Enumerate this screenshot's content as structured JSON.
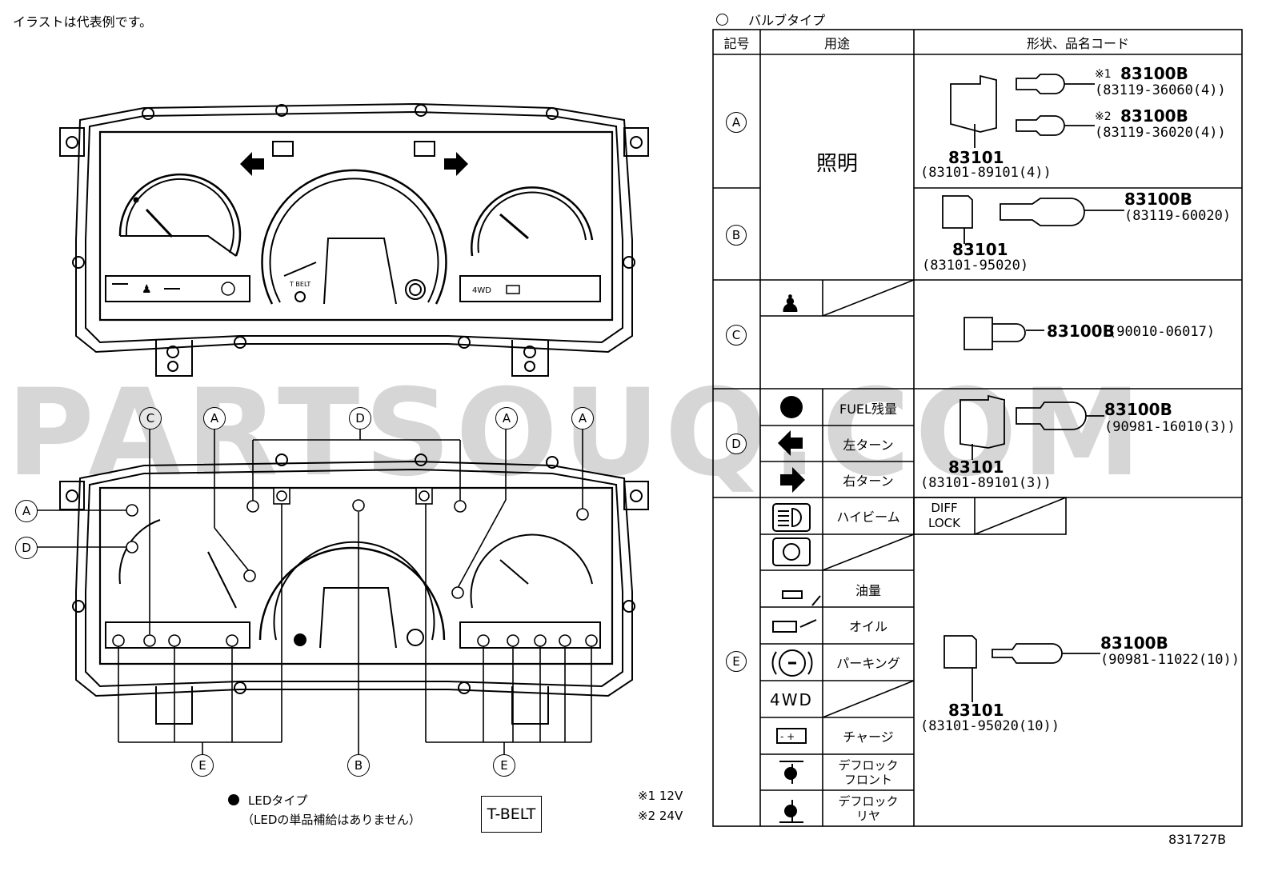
{
  "note_top": "イラストは代表例です。",
  "watermark": "PARTSOUQ.COM",
  "figure_id": "831727B",
  "legend": {
    "led_label": "LEDタイプ",
    "led_note": "（LEDの単品補給はありません）",
    "tbelt_box": "T-BELT",
    "note1": "※1 12V",
    "note2": "※2 24V"
  },
  "cluster": {
    "tbelt_small": "T BELT",
    "fourwd_small": "4WD"
  },
  "callouts": {
    "top": [
      "C",
      "A",
      "D",
      "A",
      "A"
    ],
    "left": [
      "A",
      "D"
    ],
    "bottom": [
      "E",
      "B",
      "E"
    ]
  },
  "table": {
    "title": "バルブタイプ",
    "headers": {
      "symbol": "記号",
      "usage": "用途",
      "shape": "形状、品名コード"
    },
    "rows": {
      "A": {
        "symbol": "A",
        "usage": "照明",
        "parts": [
          {
            "mark": "※1",
            "code": "83100B",
            "sub": "(83119-36060(4))"
          },
          {
            "mark": "※2",
            "code": "83100B",
            "sub": "(83119-36020(4))"
          }
        ],
        "socket": {
          "code": "83101",
          "sub": "(83101-89101(4))"
        }
      },
      "B": {
        "symbol": "B",
        "bulb": {
          "code": "83100B",
          "sub": "(83119-60020)"
        },
        "socket": {
          "code": "83101",
          "sub": "(83101-95020)"
        }
      },
      "C": {
        "symbol": "C",
        "bulb": {
          "code": "83100B",
          "sub": "(90010-06017)"
        }
      },
      "D": {
        "symbol": "D",
        "items": [
          "FUEL残量",
          "左ターン",
          "右ターン"
        ],
        "bulb": {
          "code": "83100B",
          "sub": "(90981-16010(3))"
        },
        "socket": {
          "code": "83101",
          "sub": "(83101-89101(3))"
        }
      },
      "E": {
        "symbol": "E",
        "items": [
          "ハイビーム",
          "",
          "油量",
          "オイル",
          "パーキング",
          "4WD",
          "チャージ",
          "デフロック\nフロント",
          "デフロック\nリヤ"
        ],
        "diff_lock": "DIFF\nLOCK",
        "fourwd_icon": "4WD",
        "bulb": {
          "code": "83100B",
          "sub": "(90981-11022(10))"
        },
        "socket": {
          "code": "83101",
          "sub": "(83101-95020(10))"
        }
      }
    }
  }
}
